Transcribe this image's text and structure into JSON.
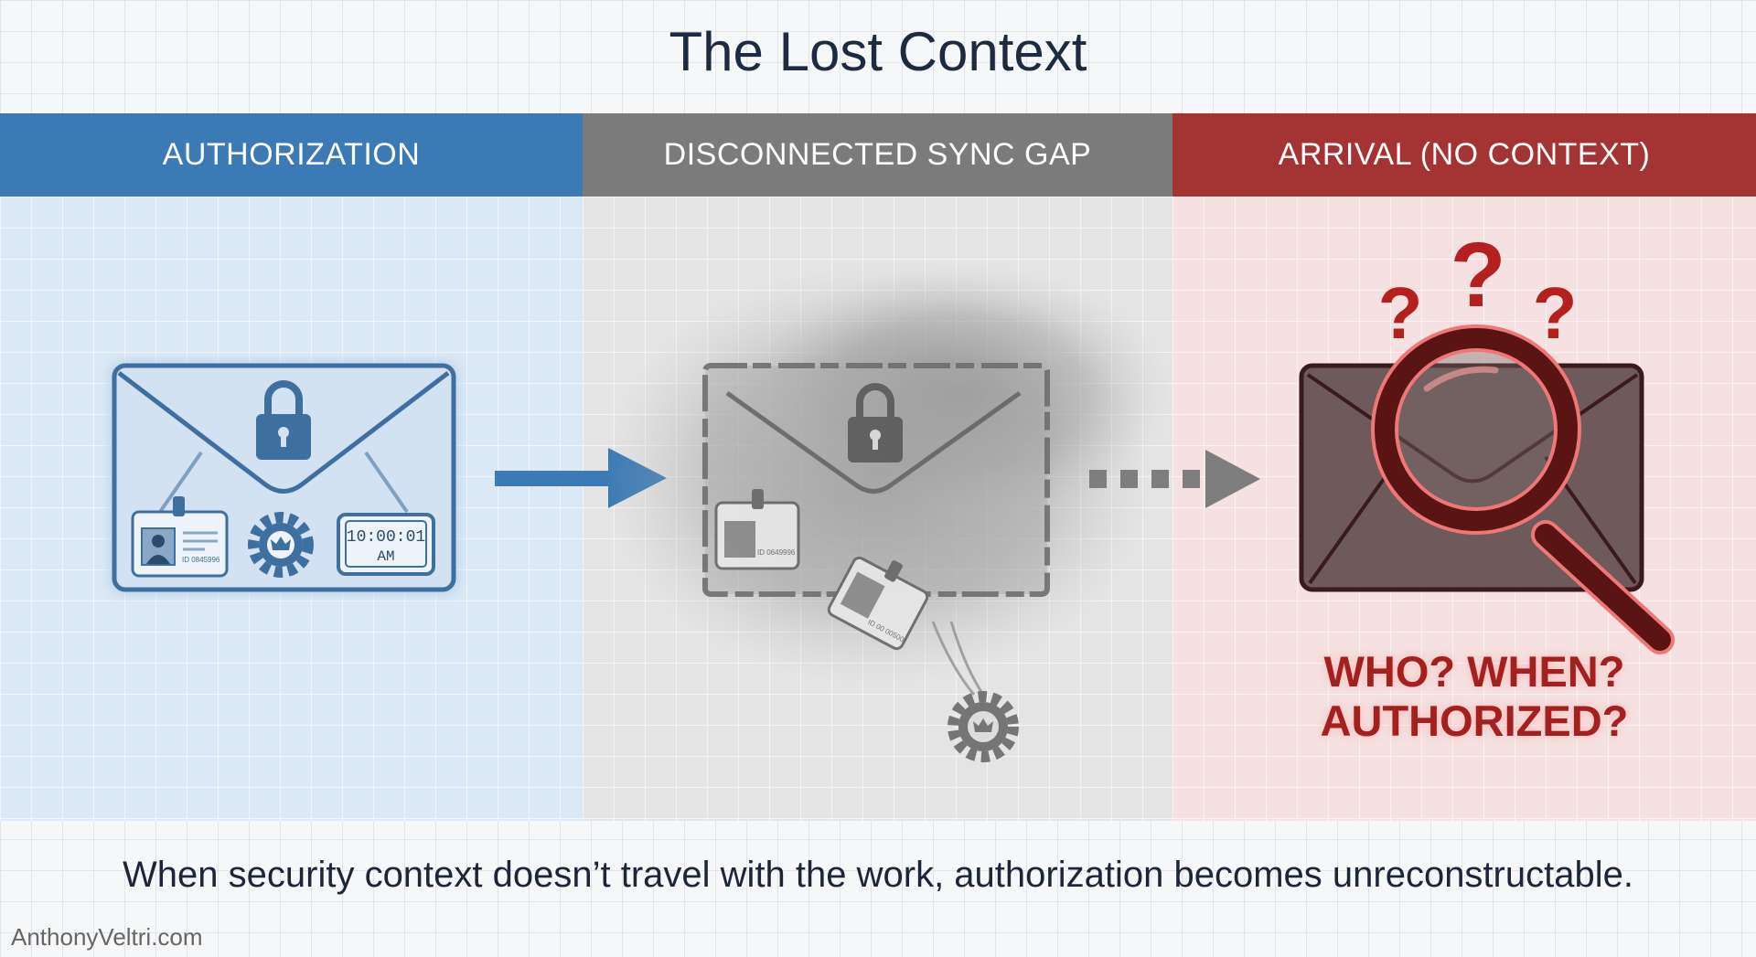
{
  "title": "The Lost Context",
  "columns": [
    {
      "label": "AUTHORIZATION",
      "color": "#3b7ab5"
    },
    {
      "label": "DISCONNECTED SYNC GAP",
      "color": "#7b7b7b"
    },
    {
      "label": "ARRIVAL (NO CONTEXT)",
      "color": "#a33433"
    }
  ],
  "authorization": {
    "badge_id": "ID 0845996",
    "clock_time": "10:00:01",
    "clock_ampm": "AM"
  },
  "sync_gap": {
    "badge_id_1": "ID 0649996",
    "badge_id_2": "ID 00 00500"
  },
  "arrival": {
    "question_line_1": "WHO? WHEN?",
    "question_line_2": "AUTHORIZED?"
  },
  "caption": "When security context doesn’t travel with the work, authorization becomes unreconstructable.",
  "footer": "AnthonyVeltri.com"
}
